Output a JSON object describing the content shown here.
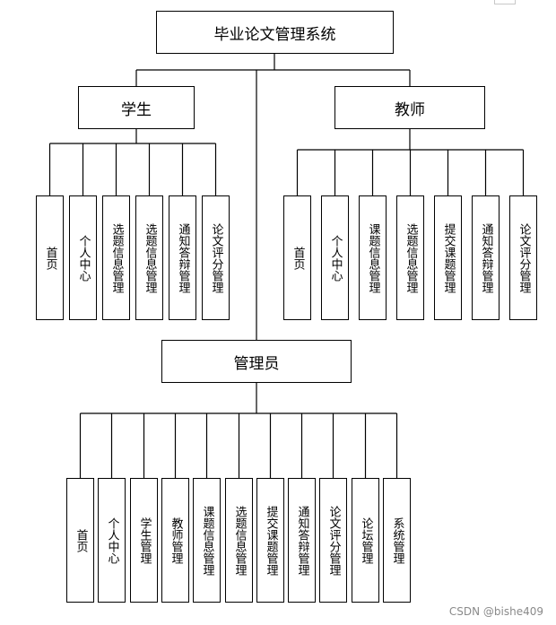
{
  "root": {
    "label": "毕业论文管理系统"
  },
  "student": {
    "label": "学生",
    "items": [
      "首页",
      "个人中心",
      "选题信息管理",
      "选题信息管理",
      "通知答辩管理",
      "论文评分管理"
    ]
  },
  "teacher": {
    "label": "教师",
    "items": [
      "首页",
      "个人中心",
      "课题信息管理",
      "选题信息管理",
      "提交课题管理",
      "通知答辩管理",
      "论文评分管理"
    ]
  },
  "admin": {
    "label": "管理员",
    "items": [
      "首页",
      "个人中心",
      "学生管理",
      "教师管理",
      "课题信息管理",
      "选题信息管理",
      "提交课题管理",
      "通知答辩管理",
      "论文评分管理",
      "论坛管理",
      "系统管理"
    ]
  },
  "watermark": "CSDN @bishe409"
}
